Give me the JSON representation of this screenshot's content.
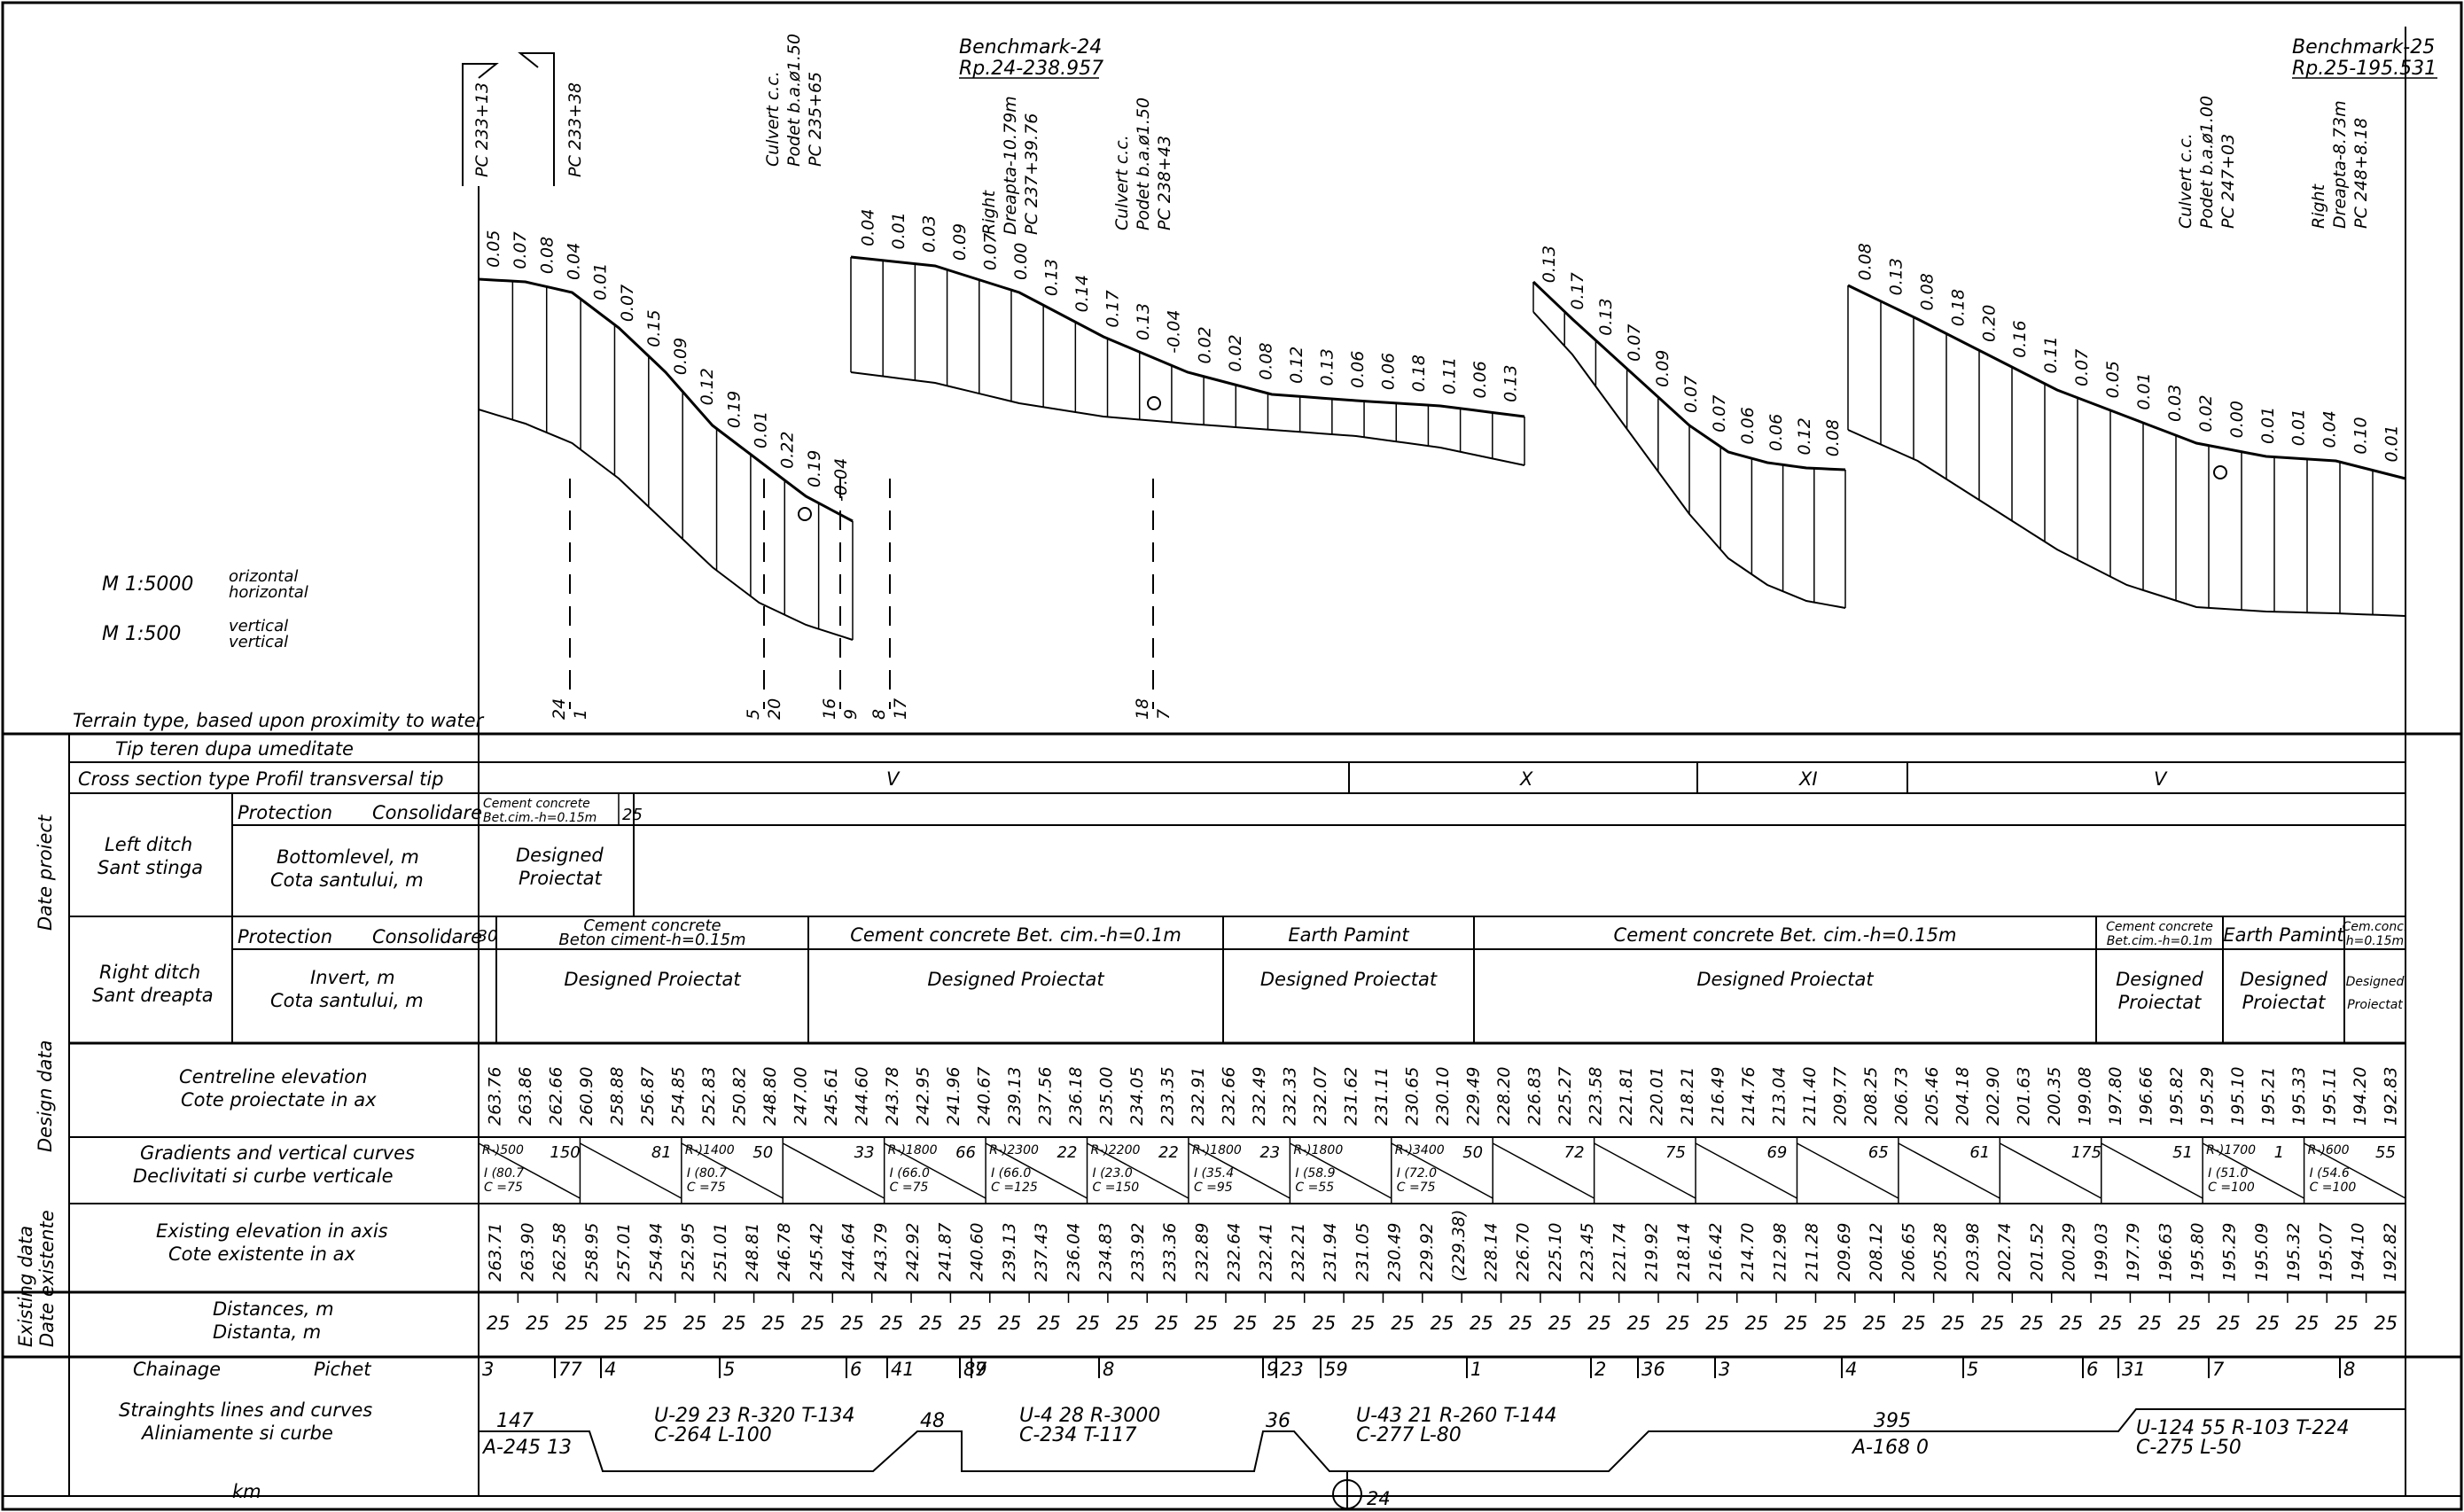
{
  "scale": {
    "horizontal_ratio": "M 1:5000",
    "horizontal_ro": "orizontal",
    "horizontal_en": "horizontal",
    "vertical_ratio": "M 1:500",
    "vertical_ro": "vertical",
    "vertical_en": "vertical"
  },
  "side_labels": {
    "date_proiect": "Date proiect",
    "design_data": "Design data",
    "existing_data": "Existing data",
    "date_existente": "Date existente"
  },
  "rows": {
    "terrain_en": "Terrain type, based upon proximity to water",
    "terrain_ro": "Tip teren dupa umeditate",
    "cross_section": "Cross section type    Profil transversal tip",
    "left_ditch": [
      "Left ditch",
      "Sant stinga"
    ],
    "right_ditch": [
      "Right ditch",
      "Sant dreapta"
    ],
    "protection": "Protection",
    "consolidare": "Consolidare",
    "bottomlevel": [
      "Bottomlevel, m",
      "Cota santului, m"
    ],
    "invert": [
      "Invert, m",
      "Cota santului, m"
    ],
    "centreline": [
      "Centreline elevation",
      "Cote proiectate in ax"
    ],
    "gradients": [
      "Gradients and vertical curves",
      "Declivitati si curbe verticale"
    ],
    "existing": [
      "Existing elevation in axis",
      "Cote existente in ax"
    ],
    "distances": [
      "Distances, m",
      "Distanta, m"
    ],
    "chainage": [
      "Chainage",
      "Pichet"
    ],
    "alignment": [
      "Strainghts lines and curves",
      "Aliniamente si curbe"
    ],
    "km": "km"
  },
  "annotations": {
    "pc1": "PC 233+13",
    "pc2": "PC 233+38",
    "culvert1": [
      "Culvert c.c.",
      "Podet b.a.ø1.50",
      "PC 235+65"
    ],
    "bm24": [
      "Benchmark-24",
      "Rp.24-238.957"
    ],
    "right1": [
      "Right",
      "Dreapta-10.79m",
      "PC 237+39.76"
    ],
    "culvert2": [
      "Culvert c.c.",
      "Podet b.a.ø1.50",
      "PC 238+43"
    ],
    "culvert3": [
      "Culvert c.c.",
      "Podet b.a.ø1.00",
      "PC 247+03"
    ],
    "right2": [
      "Right",
      "Dreapta-8.73m",
      "PC 248+8.18"
    ],
    "bm25": [
      "Benchmark-25",
      "Rp.25-195.531"
    ]
  },
  "terrain_marks": [
    {
      "top": "24",
      "bot": "1"
    },
    {
      "top": "5",
      "bot": "20"
    },
    {
      "top": "16",
      "bot": "9"
    },
    {
      "top": "8",
      "bot": "17"
    },
    {
      "top": "18",
      "bot": "7"
    }
  ],
  "cross_section_types": [
    "V",
    "X",
    "XI",
    "V"
  ],
  "left_ditch_cells": {
    "cement_en": "Cement concrete",
    "cement_ro": "Bet.cim.-h=0.15m",
    "num": "25",
    "designed": "Designed",
    "proiectat": "Proiectat"
  },
  "right_ditch_protection": [
    {
      "text": "30"
    },
    {
      "text": "Cement concrete",
      "sub": "Beton ciment-h=0.15m"
    },
    {
      "text": "Cement concrete    Bet. cim.-h=0.1m"
    },
    {
      "text": "Earth        Pamint"
    },
    {
      "text": "Cement concrete    Bet. cim.-h=0.15m"
    },
    {
      "text": "Cement concrete",
      "sub": "Bet.cim.-h=0.1m"
    },
    {
      "text": "Earth  Pamint"
    },
    {
      "text": "Cem.conc.",
      "sub": "h=0.15m"
    }
  ],
  "right_ditch_design": [
    "Designed    Proiectat",
    "Designed    Proiectat",
    "Designed    Proiectat",
    "Designed    Proiectat",
    "Designed",
    "Designed",
    "Designed"
  ],
  "right_ditch_design_sub": [
    "",
    "",
    "",
    "",
    "Proiectat",
    "Proiectat",
    "Proiectat"
  ],
  "centreline_elevations": [
    "263.76",
    "263.86",
    "262.66",
    "260.90",
    "258.88",
    "256.87",
    "254.85",
    "252.83",
    "250.82",
    "248.80",
    "247.00",
    "245.61",
    "244.60",
    "243.78",
    "242.95",
    "241.96",
    "240.67",
    "239.13",
    "237.56",
    "236.18",
    "235.00",
    "234.05",
    "233.35",
    "232.91",
    "232.66",
    "232.49",
    "232.33",
    "232.07",
    "231.62",
    "231.11",
    "230.65",
    "230.10",
    "229.49",
    "228.20",
    "226.83",
    "225.27",
    "223.58",
    "221.81",
    "220.01",
    "218.21",
    "216.49",
    "214.76",
    "213.04",
    "211.40",
    "209.77",
    "208.25",
    "206.73",
    "205.46",
    "204.18",
    "202.90",
    "201.63",
    "200.35",
    "199.08",
    "197.80",
    "196.66",
    "195.82",
    "195.29",
    "195.10",
    "195.21",
    "195.33",
    "195.11",
    "194.20",
    "192.83"
  ],
  "existing_elevations": [
    "263.71",
    "263.90",
    "262.58",
    "258.95",
    "257.01",
    "254.94",
    "252.95",
    "251.01",
    "248.81",
    "246.78",
    "245.42",
    "244.64",
    "243.79",
    "242.92",
    "241.87",
    "240.60",
    "239.13",
    "237.43",
    "236.04",
    "234.83",
    "233.92",
    "233.36",
    "232.89",
    "232.64",
    "232.41",
    "232.21",
    "231.94",
    "231.05",
    "230.49",
    "229.92",
    "(229.38)",
    "228.14",
    "226.70",
    "225.10",
    "223.45",
    "221.74",
    "219.92",
    "218.14",
    "216.42",
    "214.70",
    "212.98",
    "211.28",
    "209.69",
    "208.12",
    "206.65",
    "205.28",
    "203.98",
    "202.74",
    "201.52",
    "200.29",
    "199.03",
    "197.79",
    "196.63",
    "195.80",
    "195.29",
    "195.09",
    "195.32",
    "195.07",
    "194.10",
    "192.82"
  ],
  "distance_value": "25",
  "profile_offsets": {
    "seg1": [
      "0.05",
      "0.07",
      "0.08",
      "0.04",
      "0.01",
      "0.07",
      "0.15",
      "0.09",
      "0.12",
      "0.19",
      "0.01",
      "0.22",
      "0.19",
      "-0.04"
    ],
    "seg2": [
      "0.04",
      "0.01",
      "0.03",
      "0.09",
      "0.07",
      "0.00",
      "0.13",
      "0.14",
      "0.17",
      "0.13",
      "-0.04",
      "0.02",
      "0.02",
      "0.08",
      "0.12",
      "0.13",
      "0.06",
      "0.06",
      "0.18",
      "0.11",
      "0.06",
      "0.13"
    ],
    "seg3": [
      "0.13",
      "0.17",
      "0.13",
      "0.07",
      "0.09",
      "0.07",
      "0.07",
      "0.06",
      "0.06",
      "0.12",
      "0.08"
    ],
    "seg4": [
      "0.08",
      "0.13",
      "0.08",
      "0.18",
      "0.20",
      "0.16",
      "0.11",
      "0.07",
      "0.05",
      "0.01",
      "0.03",
      "0.02",
      "0.00",
      "0.01",
      "0.01",
      "0.04",
      "0.10",
      "0.01"
    ]
  },
  "gradients": [
    {
      "r": "R-)500",
      "i": "I (80.7",
      "c": "C =75",
      "n": "150"
    },
    {
      "r": "",
      "i": "",
      "c": "",
      "n": "81"
    },
    {
      "r": "R-)1400",
      "i": "I (80.7",
      "c": "C =75",
      "n": "50"
    },
    {
      "r": "",
      "i": "",
      "c": "",
      "n": "33"
    },
    {
      "r": "R-)1800",
      "i": "I (66.0",
      "c": "C =75",
      "n": "66"
    },
    {
      "r": "R-)2300",
      "i": "I (66.0",
      "c": "C =125",
      "n": "22"
    },
    {
      "r": "R-)2200",
      "i": "I (23.0",
      "c": "C =150",
      "n": "22"
    },
    {
      "r": "R-)1800",
      "i": "I (35.4",
      "c": "C =95",
      "n": "23"
    },
    {
      "r": "R-)1800",
      "i": "I (58.9",
      "c": "C =55",
      "n": ""
    },
    {
      "r": "R-)3400",
      "i": "I (72.0",
      "c": "C =75",
      "n": "50"
    },
    {
      "r": "",
      "i": "",
      "c": "",
      "n": "72"
    },
    {
      "r": "",
      "i": "",
      "c": "",
      "n": "75"
    },
    {
      "r": "",
      "i": "",
      "c": "",
      "n": "69"
    },
    {
      "r": "",
      "i": "",
      "c": "",
      "n": "65"
    },
    {
      "r": "",
      "i": "",
      "c": "",
      "n": "61"
    },
    {
      "r": "",
      "i": "",
      "c": "",
      "n": "175"
    },
    {
      "r": "",
      "i": "",
      "c": "",
      "n": "51"
    },
    {
      "r": "R-)1700",
      "i": "I (51.0",
      "c": "C =100",
      "n": "1"
    },
    {
      "r": "R-)600",
      "i": "I (54.6",
      "c": "C =100",
      "n": "55"
    }
  ],
  "chainage": [
    {
      "v": "3"
    },
    {
      "v": "77"
    },
    {
      "v": "4"
    },
    {
      "v": "5"
    },
    {
      "v": "6"
    },
    {
      "v": "41"
    },
    {
      "v": "89"
    },
    {
      "v": "7"
    },
    {
      "v": "8"
    },
    {
      "v": "9"
    },
    {
      "v": "23"
    },
    {
      "v": "59"
    },
    {
      "v": "1"
    },
    {
      "v": "2"
    },
    {
      "v": "36"
    },
    {
      "v": "3"
    },
    {
      "v": "4"
    },
    {
      "v": "5"
    },
    {
      "v": "6"
    },
    {
      "v": "31"
    },
    {
      "v": "7"
    },
    {
      "v": "8"
    }
  ],
  "alignment": {
    "a1_top": "147",
    "a1_bot": "A-245 13",
    "c1": "U-29 23  R-320  T-134",
    "c1b": "C-264                     L-100",
    "s2": "48",
    "c2": "U-4 28  R-3000",
    "c2b": "C-234  T-117",
    "s3": "36",
    "c3": "U-43 21  R-260  T-144",
    "c3b": "C-277                L-80",
    "a2_top": "395",
    "a2_bot": "A-168 0",
    "c4": "U-124 55 R-103  T-224",
    "c4b": "C-275                  L-50"
  },
  "km_marker": "24"
}
